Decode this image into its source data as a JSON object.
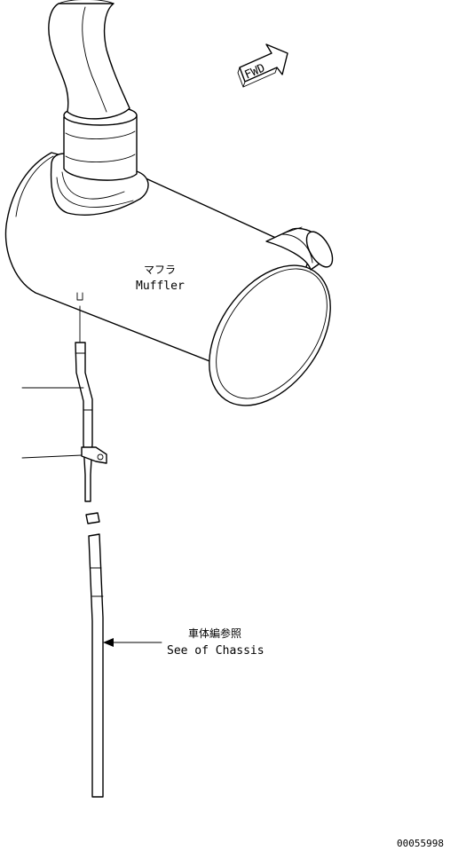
{
  "fwd_arrow": {
    "label": "FWD"
  },
  "muffler": {
    "label_jp": "マフラ",
    "label_en": "Muffler"
  },
  "chassis_ref": {
    "label_jp": "車体編参照",
    "label_en": "See of Chassis"
  },
  "drawing_number": "00055998"
}
